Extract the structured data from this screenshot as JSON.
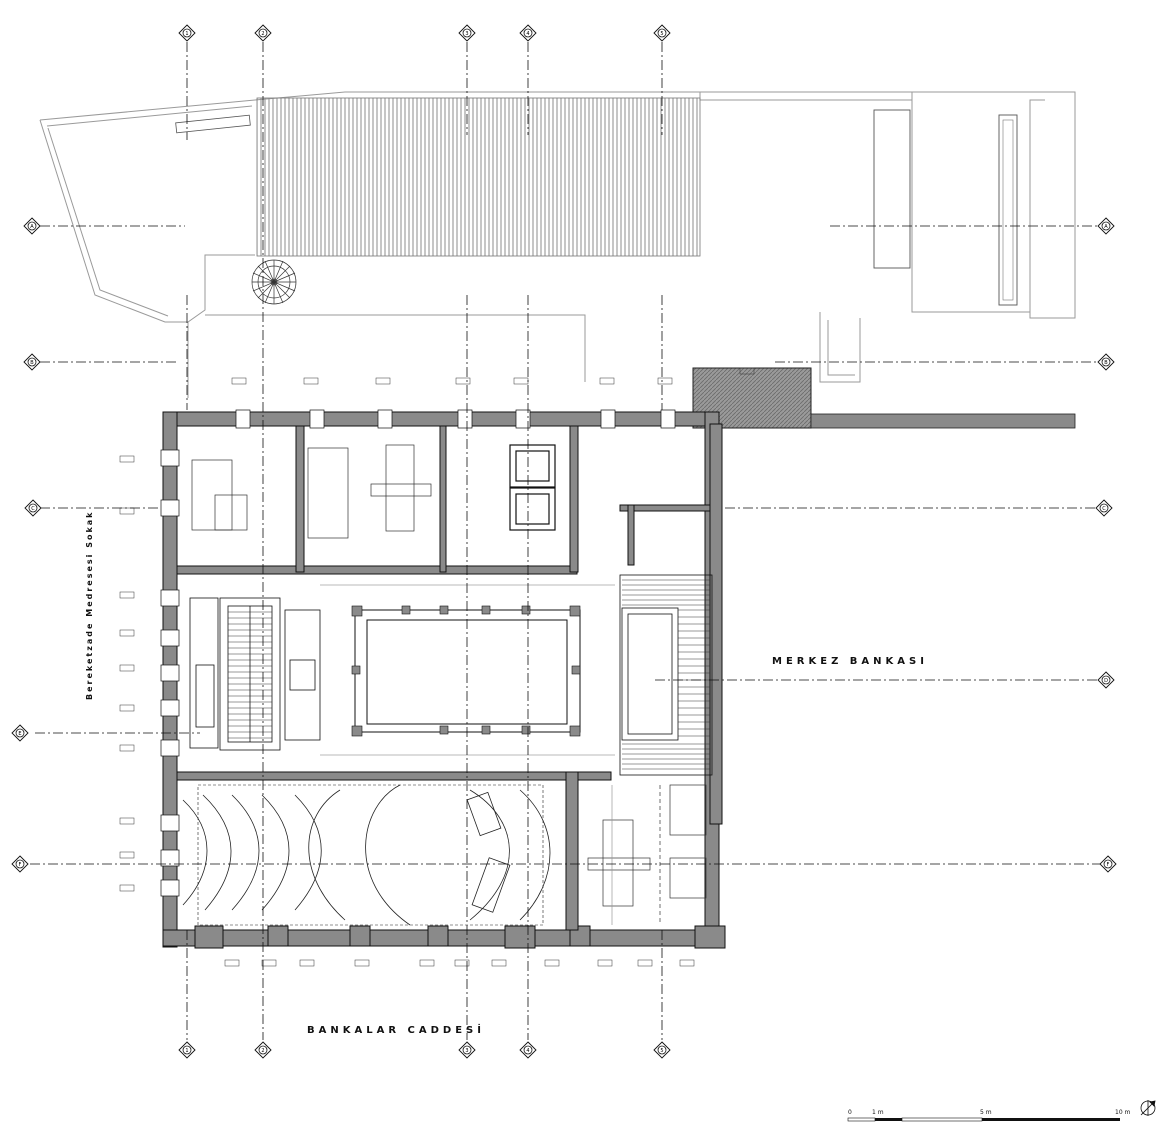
{
  "streets": {
    "west": "Bereketzade Medresesi Sokak",
    "east": "MERKEZ BANKASI",
    "south": "BANKALAR CADDESİ"
  },
  "grid_markers": {
    "top": [
      "1",
      "2",
      "3",
      "4",
      "5"
    ],
    "bottom": [
      "1",
      "2",
      "3",
      "4",
      "5"
    ],
    "rows": [
      "A",
      "B",
      "C",
      "D",
      "E",
      "F"
    ]
  },
  "scale_bar": {
    "labels": [
      "0",
      "1 m",
      "5 m",
      "10 m"
    ]
  },
  "north_arrow": {
    "icon": "north-arrow-icon"
  },
  "colors": {
    "line": "#111111",
    "wall_fill": "#8a8a8a",
    "hatch": "#9a9a9a"
  }
}
